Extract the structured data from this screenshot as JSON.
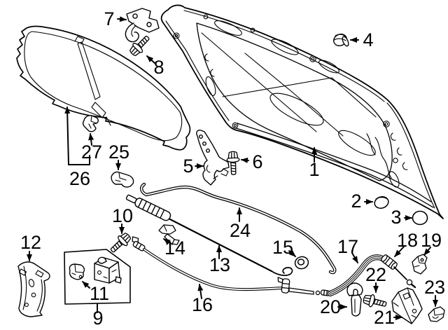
{
  "colors": {
    "ink": "#000000",
    "paper": "#ffffff"
  },
  "callouts": [
    "1",
    "2",
    "3",
    "4",
    "5",
    "6",
    "7",
    "8",
    "9",
    "10",
    "11",
    "12",
    "13",
    "14",
    "15",
    "16",
    "17",
    "18",
    "19",
    "20",
    "21",
    "22",
    "23",
    "24",
    "25",
    "26",
    "27"
  ]
}
